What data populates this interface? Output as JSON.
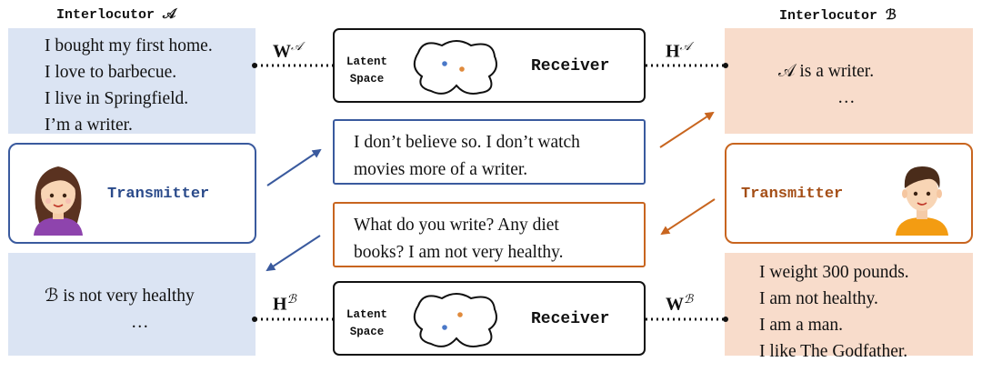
{
  "headers": {
    "left": "Interlocutor 𝒜",
    "right": "Interlocutor ℬ"
  },
  "persona_a": [
    "I bought my first home.",
    "I love to barbecue.",
    "I live in Springfield.",
    "I’m a writer."
  ],
  "persona_b": [
    "I weight 300 pounds.",
    "I am not healthy.",
    "I am a man.",
    "I like The Godfather."
  ],
  "inference_a": {
    "line1": "𝒜 is a writer.",
    "line2": "…"
  },
  "inference_b": {
    "line1": "ℬ is not very healthy",
    "line2": "…"
  },
  "receiver_top": {
    "latent_line1": "Latent",
    "latent_line2": "Space",
    "label": "Receiver"
  },
  "receiver_bottom": {
    "latent_line1": "Latent",
    "latent_line2": "Space",
    "label": "Receiver"
  },
  "message_b": [
    "I don’t believe so. I don’t watch",
    "movies more of a writer."
  ],
  "message_a": [
    "What do you write? Any diet",
    "books?  I am not very healthy."
  ],
  "transmitter_left": {
    "label": "Transmitter"
  },
  "transmitter_right": {
    "label": "Transmitter"
  },
  "connectors": {
    "w_a": {
      "base": "W",
      "sup": "𝒜"
    },
    "h_a": {
      "base": "H",
      "sup": "𝒜"
    },
    "h_b": {
      "base": "H",
      "sup": "ℬ"
    },
    "w_b": {
      "base": "W",
      "sup": "ℬ"
    }
  },
  "colors": {
    "blue_panel": "#dbe4f3",
    "peach_panel": "#f8dccb",
    "blue_accent": "#3a5a9e",
    "orange_accent": "#c8651f",
    "transmitter_blue_text": "#2a4a8a",
    "transmitter_orange_text": "#a44e16",
    "dot_blue": "#4a78c8",
    "dot_orange": "#e08a3c"
  }
}
